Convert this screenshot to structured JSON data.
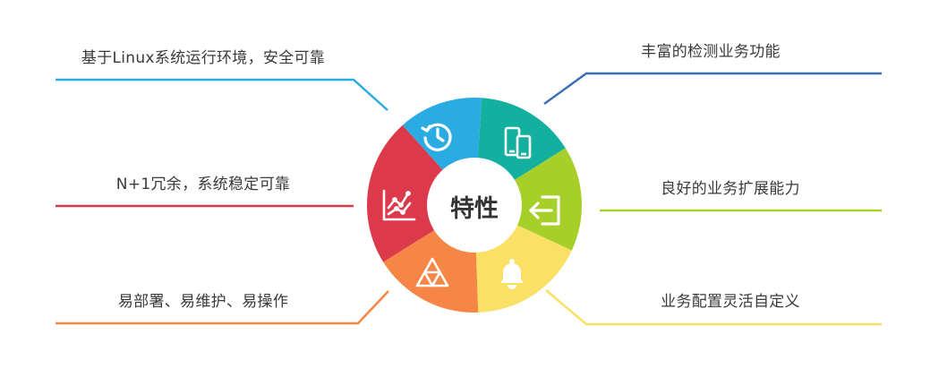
{
  "center": {
    "title": "特性"
  },
  "colors": {
    "blue": "#2aabe1",
    "teal": "#13b0a0",
    "green": "#a6cf2a",
    "yellow": "#fae064",
    "orange": "#f58645",
    "red": "#dc3a4a",
    "navy": "#3b6fb6"
  },
  "features": [
    {
      "text": "基于Linux系统运行环境，安全可靠",
      "icon": "history-icon",
      "color": "#2aabe1",
      "side": "left"
    },
    {
      "text": "丰富的检测业务功能",
      "icon": "mobile-devices-icon",
      "color": "#13b0a0",
      "side": "right"
    },
    {
      "text": "良好的业务扩展能力",
      "icon": "sign-in-icon",
      "color": "#a6cf2a",
      "side": "right"
    },
    {
      "text": "业务配置灵活自定义",
      "icon": "bell-icon",
      "color": "#fae064",
      "side": "right"
    },
    {
      "text": "易部署、易维护、易操作",
      "icon": "triforce-icon",
      "color": "#f58645",
      "side": "left"
    },
    {
      "text": "N+1冗余，系统稳定可靠",
      "icon": "line-chart-icon",
      "color": "#dc3a4a",
      "side": "left"
    }
  ]
}
